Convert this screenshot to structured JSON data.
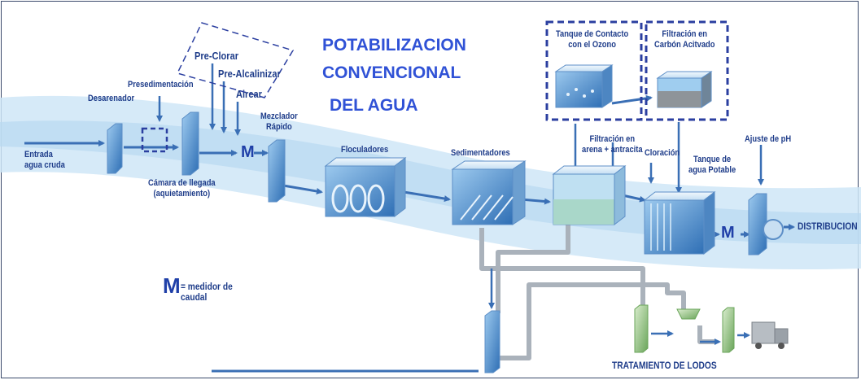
{
  "title": {
    "line1": "POTABILIZACION",
    "line2": "CONVENCIONAL",
    "line3": "DEL AGUA"
  },
  "labels": {
    "entrada": "Entrada\nagua cruda",
    "desarenador": "Desarenador",
    "presedimentacion": "Presedimentación",
    "camara": "Cámara de llegada\n(aquietamiento)",
    "pre_clorar": "Pre-Clorar",
    "pre_alcalinizar": "Pre-Alcalinizar",
    "airear": "Airear",
    "mezclador": "Mezclador\nRápido",
    "floculadores": "Floculadores",
    "sedimentadores": "Sedimentadores",
    "tanque_ozono": "Tanque de Contacto\ncon el Ozono",
    "filtracion_carbon": "Filtración en\nCarbón Acitvado",
    "filtracion_arena": "Filtración en\narena + antracita",
    "cloracion": "Cloración",
    "tanque_potable": "Tanque de\nagua Potable",
    "ajuste_ph": "Ajuste de pH",
    "distribucion": "DISTRIBUCION",
    "tratamiento_lodos": "TRATAMIENTO DE LODOS",
    "m_letter": "M",
    "m_legend": "= medidor de\ncaudal"
  },
  "meter_marks": [
    "M",
    "M"
  ],
  "colors": {
    "title": "#3052d6",
    "label": "#1f3d8a",
    "arrow": "#3a6fb5",
    "water": "#cfe6f7",
    "dashed_box": "#2b3fa0",
    "sludge_pipe": "#aab2bb"
  }
}
